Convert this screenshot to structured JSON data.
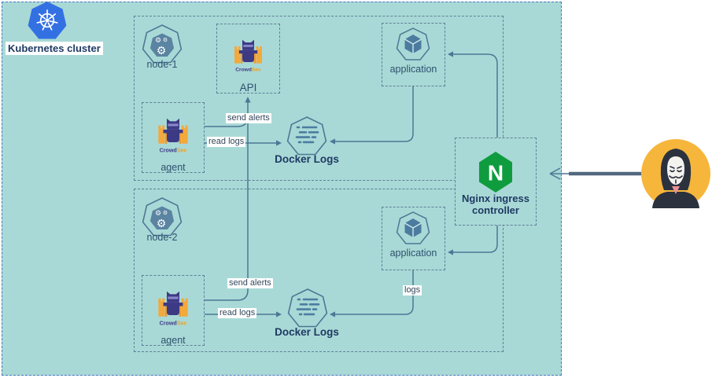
{
  "cluster": {
    "label": "Kubernetes cluster"
  },
  "nodes": {
    "node1": {
      "label": "node-1"
    },
    "node2": {
      "label": "node-2"
    },
    "api": {
      "label": "API"
    },
    "agent1": {
      "label": "agent"
    },
    "agent2": {
      "label": "agent"
    },
    "app1": {
      "label": "application"
    },
    "app2": {
      "label": "application"
    },
    "docker1": {
      "label": "Docker Logs"
    },
    "docker2": {
      "label": "Docker Logs"
    },
    "nginx": {
      "label": "Nginx ingress controller"
    }
  },
  "edges": {
    "send_alerts_1": {
      "label": "send alerts"
    },
    "read_logs_1": {
      "label": "read logs"
    },
    "send_alerts_2": {
      "label": "send alerts"
    },
    "read_logs_2": {
      "label": "read logs"
    },
    "logs_2": {
      "label": "logs"
    }
  },
  "brand": {
    "crowd": "Crowd",
    "sec": "Sec"
  },
  "nginx_letter": "N",
  "glyphs": {
    "gear": "⚙"
  },
  "colors": {
    "cluster_fill": "#a9d9d6",
    "cluster_border": "#4d74c2",
    "box_border": "#5e7f99",
    "connector": "#4d7795",
    "navy_text": "#1e3a63",
    "slate_text": "#2d5170",
    "kubernetes_blue": "#3371e3",
    "nginx_green": "#0f9c3f",
    "attacker_yellow": "#f6b63c",
    "crowdsec_indigo": "#3d3a85",
    "crowdsec_orange": "#f0a11b"
  }
}
